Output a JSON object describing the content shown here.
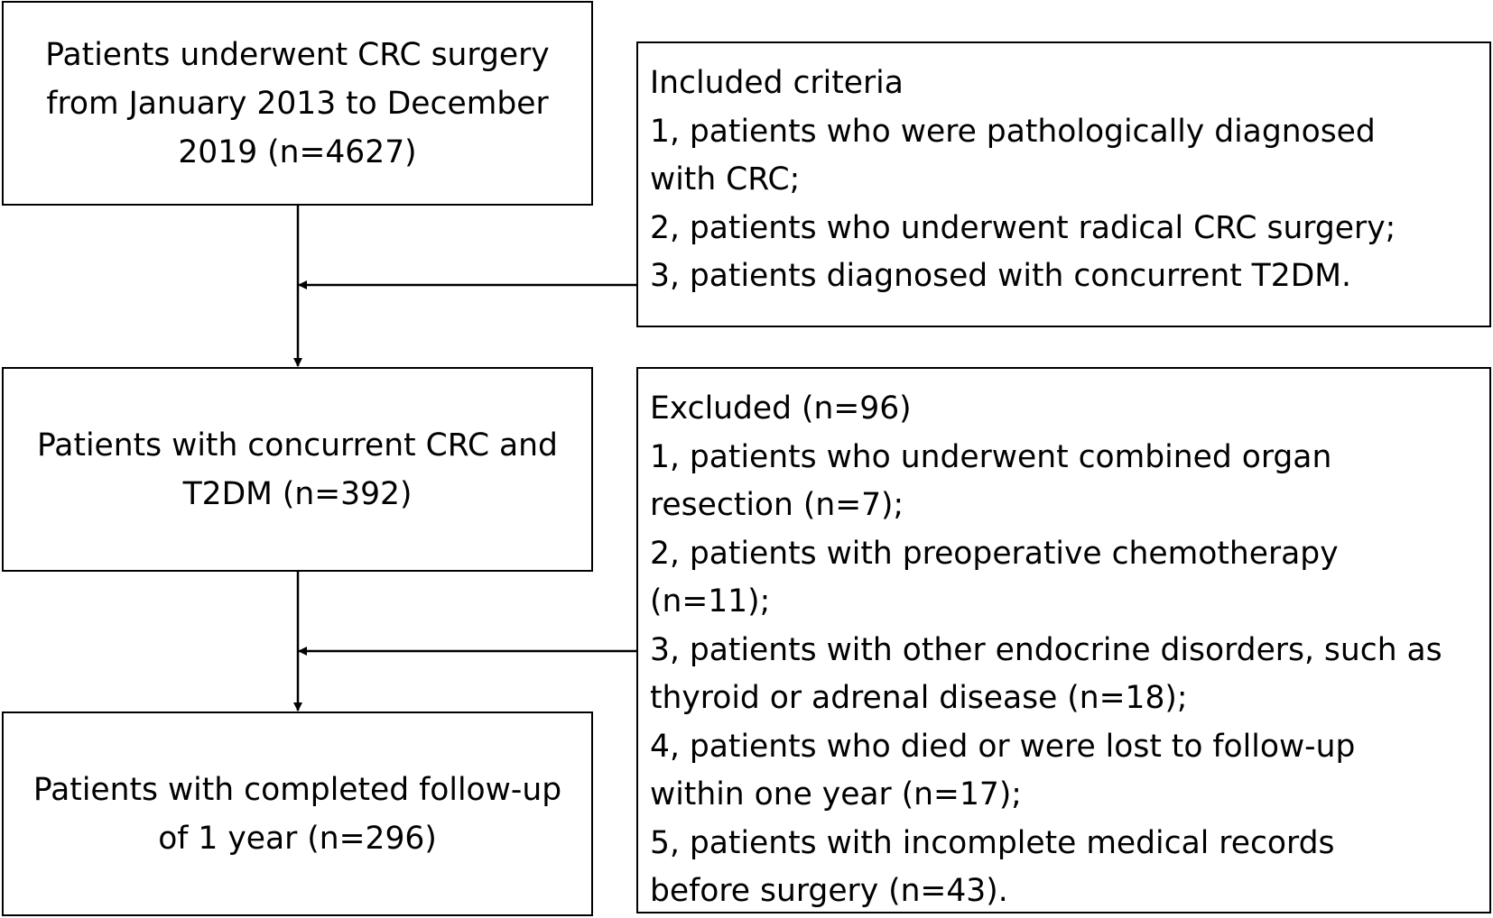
{
  "boxes": {
    "start": {
      "lines": [
        "Patients underwent CRC surgery",
        "from January 2013 to December",
        "2019 (n=4627)"
      ]
    },
    "middle": {
      "lines": [
        "Patients with concurrent CRC and",
        "T2DM (n=392)"
      ]
    },
    "final": {
      "lines": [
        "Patients with completed follow-up",
        "of 1 year (n=296)"
      ]
    },
    "included": {
      "lines": [
        "Included criteria",
        "1, patients who were pathologically diagnosed",
        "with CRC;",
        "2, patients who underwent radical CRC surgery;",
        "3, patients diagnosed with concurrent T2DM."
      ]
    },
    "excluded": {
      "lines": [
        "Excluded (n=96)",
        "1, patients who underwent combined organ",
        "resection (n=7);",
        "2, patients with preoperative chemotherapy",
        "(n=11);",
        "3, patients with other endocrine disorders, such as",
        "thyroid or adrenal disease (n=18);",
        "4, patients who died or were lost to follow-up",
        "within one year (n=17);",
        "5, patients with incomplete medical records",
        "before surgery (n=43)."
      ]
    }
  }
}
